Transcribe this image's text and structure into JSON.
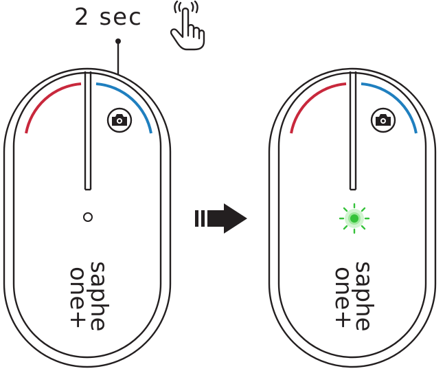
{
  "instruction": {
    "duration_label": "2 sec",
    "gesture_icon": "tap-finger-icon"
  },
  "before_device": {
    "brand_line1": "saphe",
    "brand_line2": "one+",
    "button_icon": "camera-icon",
    "led_state": "off"
  },
  "after_device": {
    "brand_line1": "saphe",
    "brand_line2": "one+",
    "button_icon": "camera-icon",
    "led_state": "on"
  },
  "transition_icon": "right-arrow-icon",
  "colors": {
    "outline": "#231f20",
    "left_arc": "#c8283c",
    "right_arc": "#1f7fbf",
    "led_on": "#35c23a",
    "led_glow": "#7de07a"
  }
}
